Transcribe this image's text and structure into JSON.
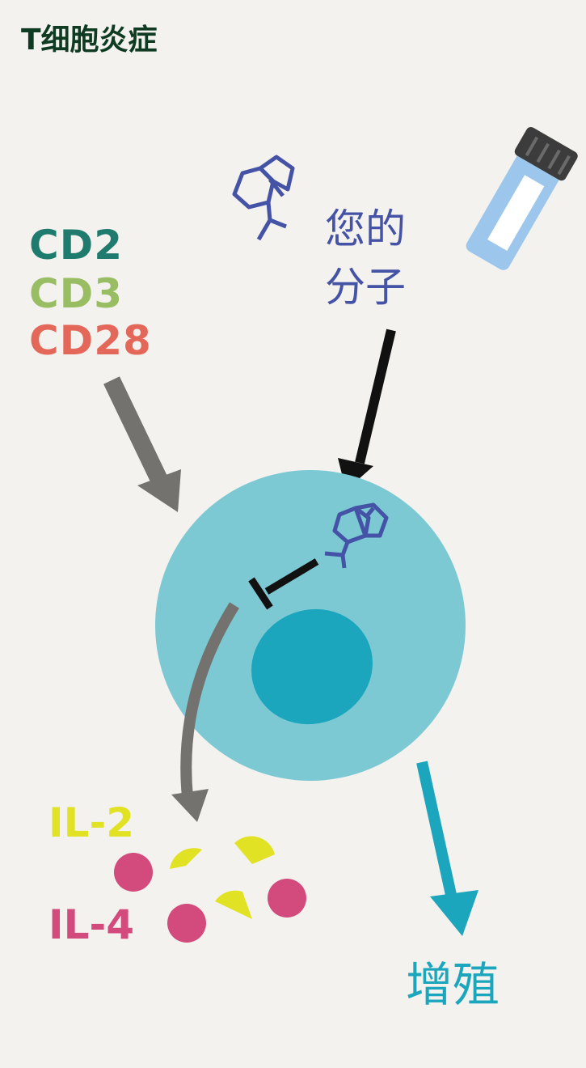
{
  "title": "T细胞炎症",
  "markers": [
    "CD2",
    "CD3",
    "CD28"
  ],
  "molecule_label": [
    "您的",
    "分子"
  ],
  "cytokines": [
    "IL-2",
    "IL-4"
  ],
  "outcome": "增殖",
  "colors": {
    "background": "#f4f2ee",
    "title": "#0e3b22",
    "cd2": "#1f7b6e",
    "cd3": "#98bd62",
    "cd28": "#e4685a",
    "molecule": "#4553a6",
    "cell": "#7cc9d4",
    "nucleus": "#1ba6bd",
    "arrow_gray": "#73726e",
    "arrow_black": "#111111",
    "il2": "#e2e225",
    "il4": "#d34a7d",
    "proliferation": "#1ca6bd",
    "vial_body": "#9cc6ec",
    "vial_cap": "#3c3c3c"
  }
}
